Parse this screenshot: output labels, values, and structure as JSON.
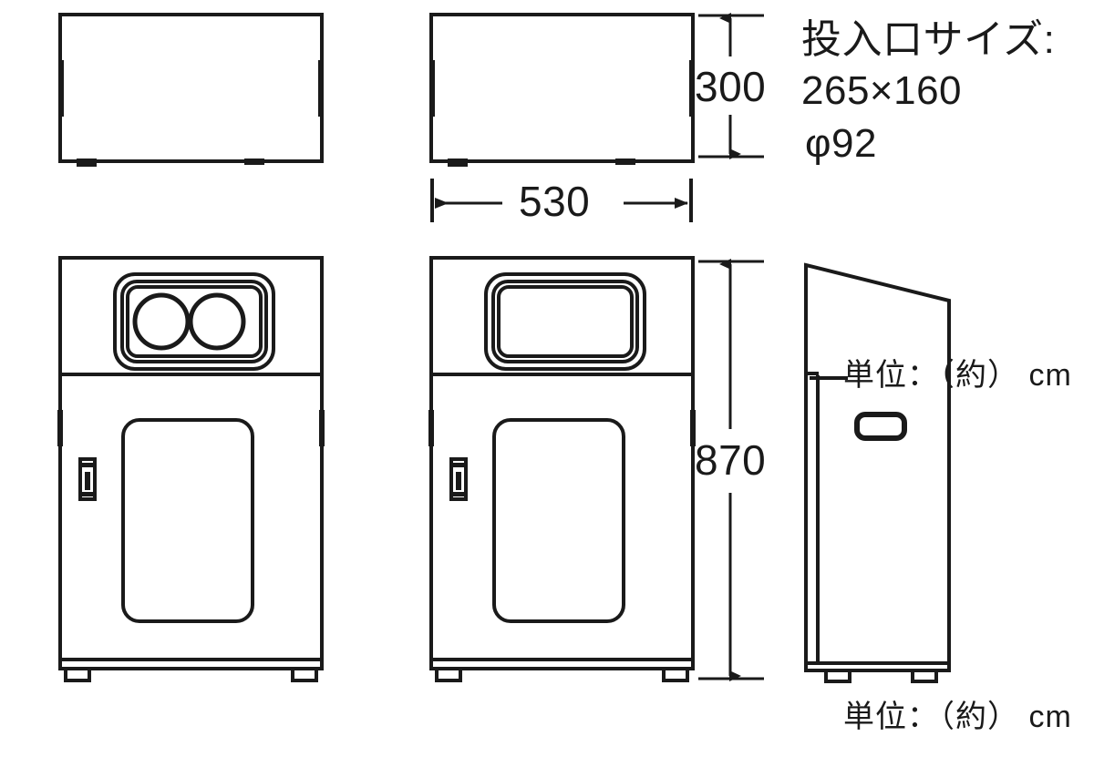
{
  "drawing": {
    "title": "",
    "unit_note_overlay": "単位：（約） cm",
    "unit_note_bottom": "単位：（約） cm",
    "annotation": {
      "label": "投入口サイズ:",
      "line2": "265×160",
      "line3": "φ92"
    },
    "dimensions": {
      "top_height": "300",
      "width": "530",
      "total_height": "870"
    },
    "colors": {
      "line": "#1a1a1a",
      "fill": "#ffffff",
      "text": "#1a1a1a"
    },
    "views": {
      "top_left": "top-view-left-unit",
      "top_middle": "top-view-middle-unit",
      "front_left": "front-view-left-unit",
      "front_middle": "front-view-middle-unit",
      "side_right": "side-view-unit"
    },
    "features": {
      "left_unit_openings": "two-round-holes",
      "middle_unit_opening": "single-rectangular-slot",
      "door_lock": "vertical-lock-cylinder",
      "side_handle": "horizontal-slot-handle",
      "feet": "four-corner-feet"
    }
  }
}
